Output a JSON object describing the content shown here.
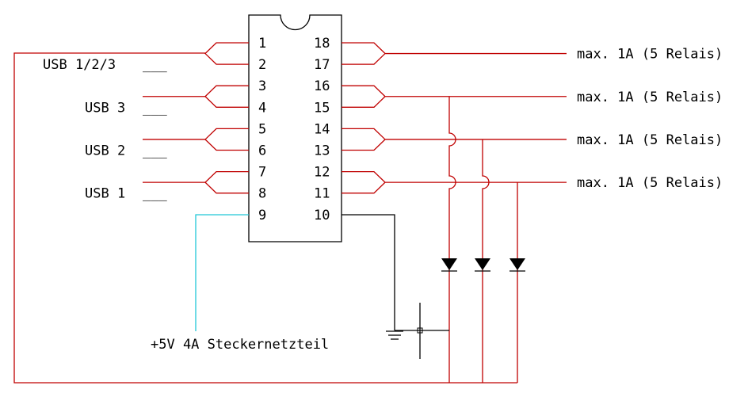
{
  "ic": {
    "left_pins": [
      "1",
      "2",
      "3",
      "4",
      "5",
      "6",
      "7",
      "8",
      "9"
    ],
    "right_pins": [
      "18",
      "17",
      "16",
      "15",
      "14",
      "13",
      "12",
      "11",
      "10"
    ]
  },
  "inputs": [
    {
      "label": "USB 1/2/3",
      "underline": "___"
    },
    {
      "label": "USB 3",
      "underline": "___"
    },
    {
      "label": "USB 2",
      "underline": "___"
    },
    {
      "label": "USB 1",
      "underline": "___"
    }
  ],
  "outputs": [
    {
      "label": "max. 1A (5 Relais)"
    },
    {
      "label": "max. 1A (5 Relais)"
    },
    {
      "label": "max. 1A (5 Relais)"
    },
    {
      "label": "max. 1A (5 Relais)"
    }
  ],
  "power_label": "+5V 4A Steckernetzteil",
  "colors": {
    "wire": "#c00000",
    "supply_wire": "#22c8d8",
    "ground_wire": "#000000"
  }
}
